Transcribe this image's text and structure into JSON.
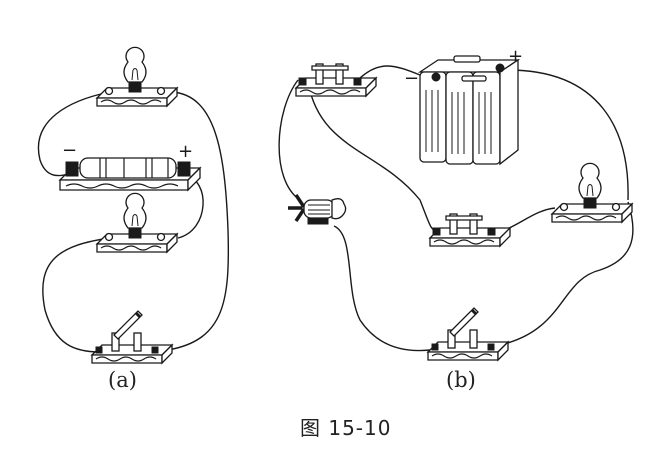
{
  "figure": {
    "caption": "图 15-10",
    "panels": [
      {
        "label": "(a)",
        "components": [
          {
            "type": "bulb-holder",
            "name": "bulb-1"
          },
          {
            "type": "battery-holder",
            "name": "dry-cells",
            "cells": 2,
            "negative_sign": "−",
            "positive_sign": "+"
          },
          {
            "type": "bulb-holder",
            "name": "bulb-2"
          },
          {
            "type": "knife-switch",
            "name": "switch",
            "state": "open"
          }
        ]
      },
      {
        "label": "(b)",
        "components": [
          {
            "type": "push-switch",
            "name": "switch-1"
          },
          {
            "type": "storage-battery",
            "name": "battery",
            "cells": 3,
            "negative_sign": "−",
            "positive_sign": "+"
          },
          {
            "type": "motor",
            "name": "fan-motor"
          },
          {
            "type": "push-switch",
            "name": "switch-2"
          },
          {
            "type": "bulb-holder",
            "name": "bulb"
          },
          {
            "type": "knife-switch",
            "name": "switch-3",
            "state": "open"
          }
        ]
      }
    ]
  }
}
